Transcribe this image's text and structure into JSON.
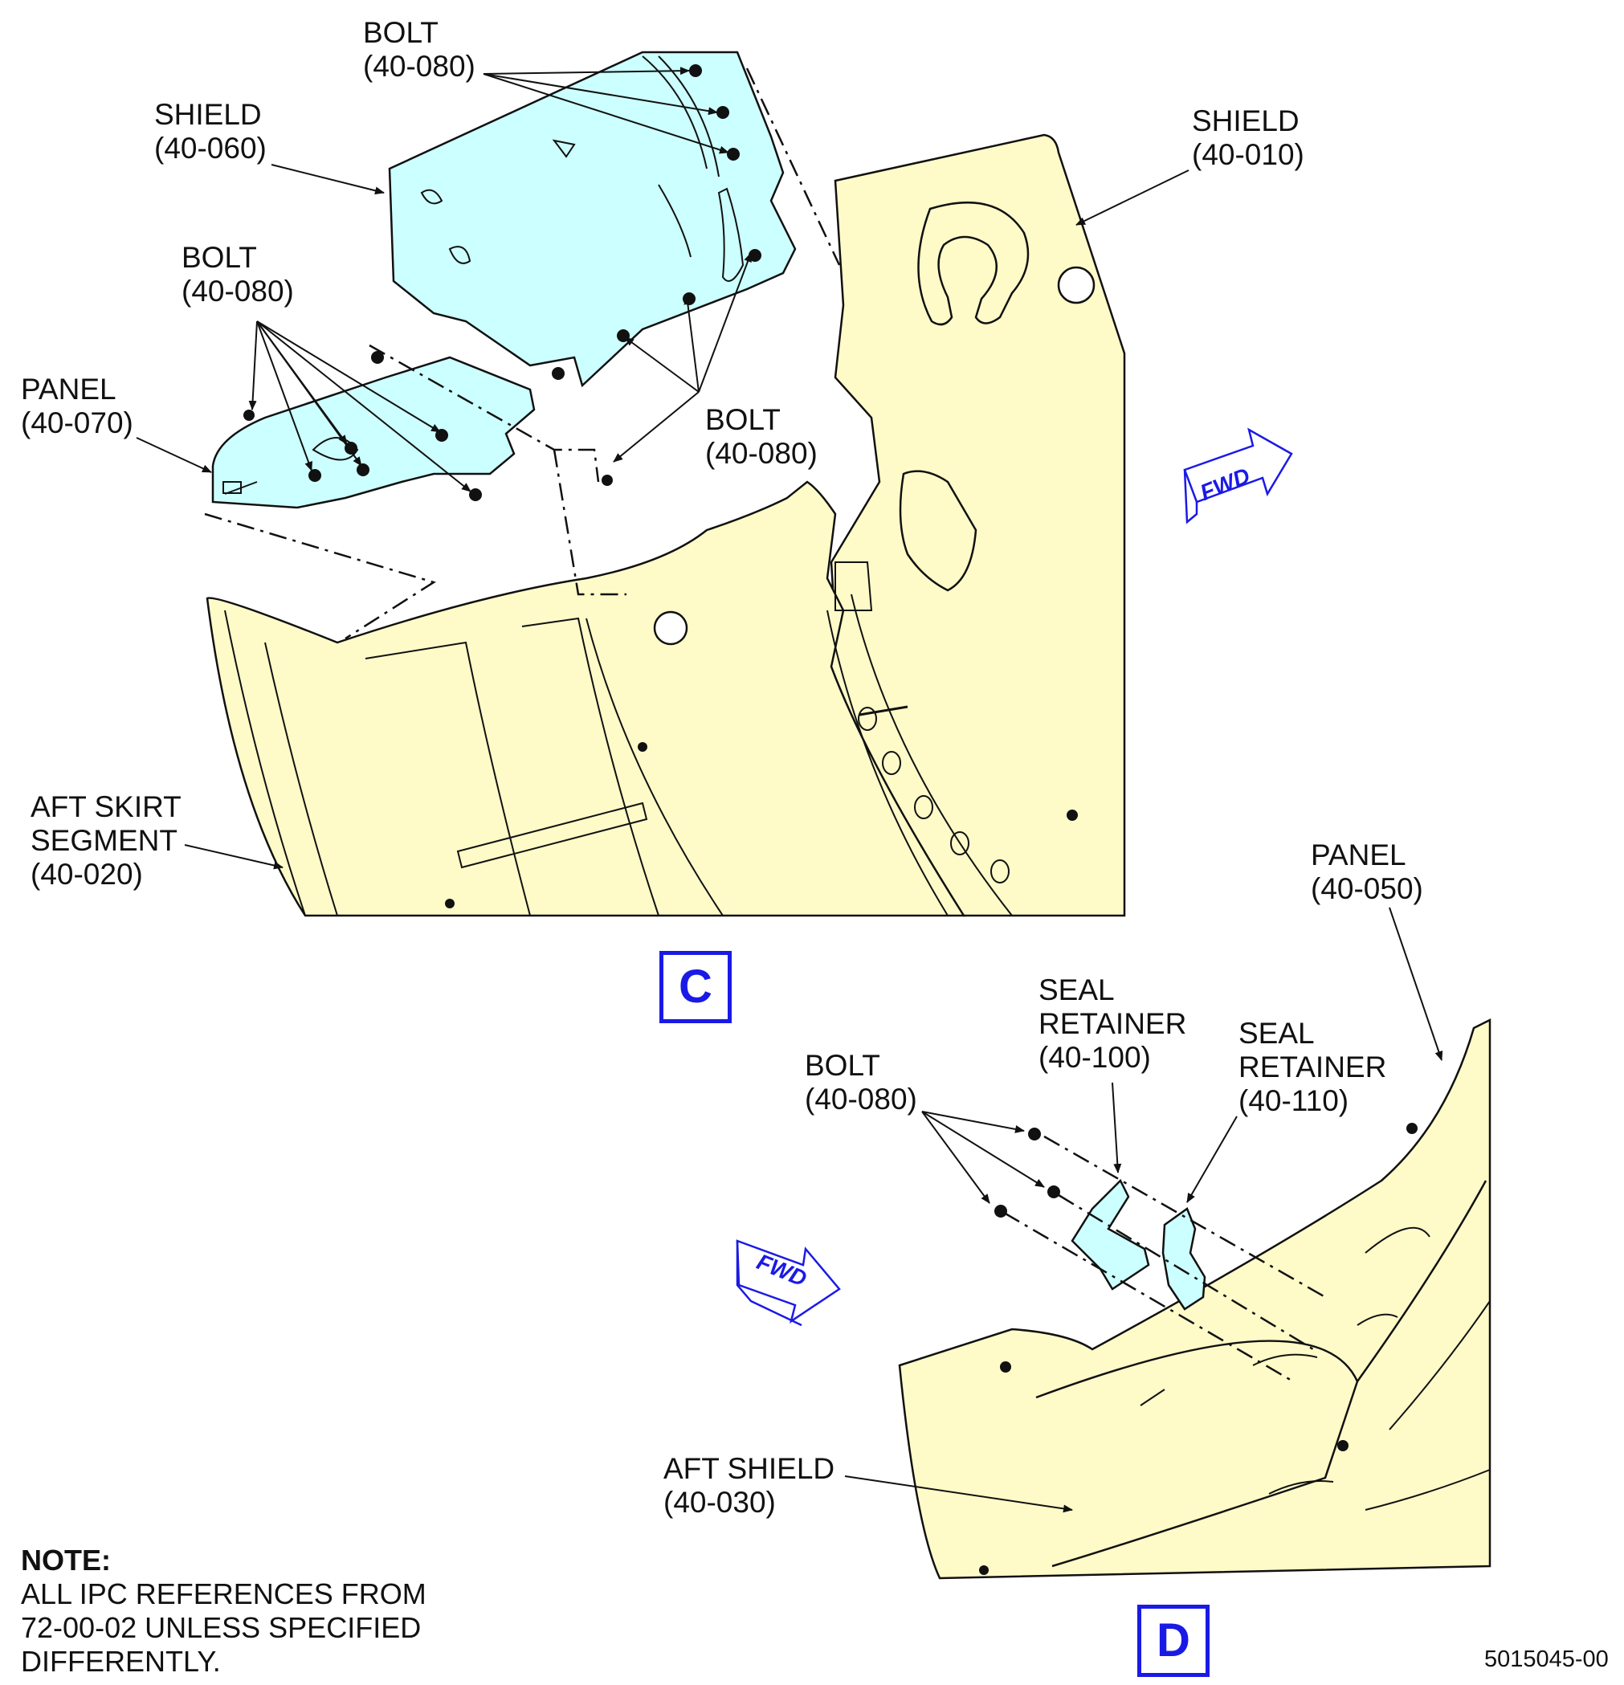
{
  "colors": {
    "cream": "#fefbc8",
    "cyan": "#ccffff",
    "blue": "#1a1ae6",
    "line": "#111111"
  },
  "view_c": {
    "badge": "C",
    "labels": {
      "bolt_top": {
        "name": "BOLT",
        "ref": "(40-080)"
      },
      "shield_060": {
        "name": "SHIELD",
        "ref": "(40-060)"
      },
      "shield_010": {
        "name": "SHIELD",
        "ref": "(40-010)"
      },
      "bolt_left": {
        "name": "BOLT",
        "ref": "(40-080)"
      },
      "panel_070": {
        "name": "PANEL",
        "ref": "(40-070)"
      },
      "bolt_right": {
        "name": "BOLT",
        "ref": "(40-080)"
      },
      "aft_skirt": {
        "line1": "AFT SKIRT",
        "line2": "SEGMENT",
        "ref": "(40-020)"
      }
    },
    "fwd_arrow": "FWD"
  },
  "view_d": {
    "badge": "D",
    "labels": {
      "panel_050": {
        "name": "PANEL",
        "ref": "(40-050)"
      },
      "seal_100": {
        "line1": "SEAL",
        "line2": "RETAINER",
        "ref": "(40-100)"
      },
      "seal_110": {
        "line1": "SEAL",
        "line2": "RETAINER",
        "ref": "(40-110)"
      },
      "bolt": {
        "name": "BOLT",
        "ref": "(40-080)"
      },
      "aft_shield": {
        "name": "AFT SHIELD",
        "ref": "(40-030)"
      }
    },
    "fwd_arrow": "FWD"
  },
  "note": {
    "title": "NOTE:",
    "lines": [
      "ALL IPC REFERENCES FROM",
      "72-00-02  UNLESS SPECIFIED",
      "DIFFERENTLY."
    ]
  },
  "figure_number": "5015045-00"
}
